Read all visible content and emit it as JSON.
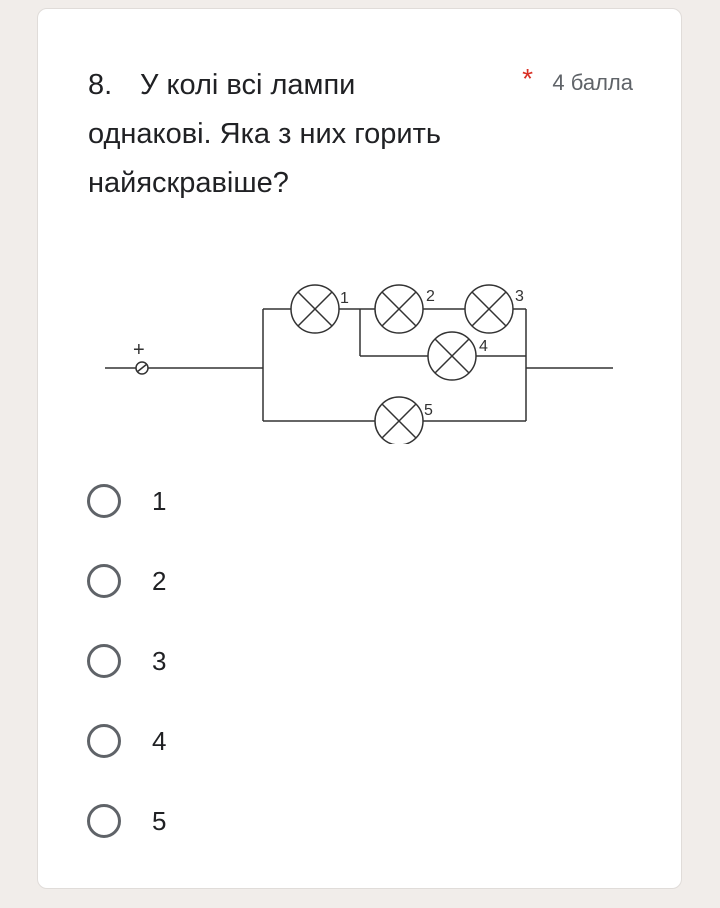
{
  "question": {
    "number": "8.",
    "text": "У колі всі лампи однакові. Яка з них горить найяскравіше?",
    "required_marker": "*",
    "points": "4 балла",
    "required_color": "#d93025"
  },
  "diagram": {
    "terminal_plus": "+",
    "terminal_minus": "−",
    "lamp_labels": [
      "1",
      "2",
      "3",
      "4",
      "5"
    ],
    "lamp_icon": "lamp-cross-circle"
  },
  "options": [
    {
      "label": "1"
    },
    {
      "label": "2"
    },
    {
      "label": "3"
    },
    {
      "label": "4"
    },
    {
      "label": "5"
    }
  ]
}
